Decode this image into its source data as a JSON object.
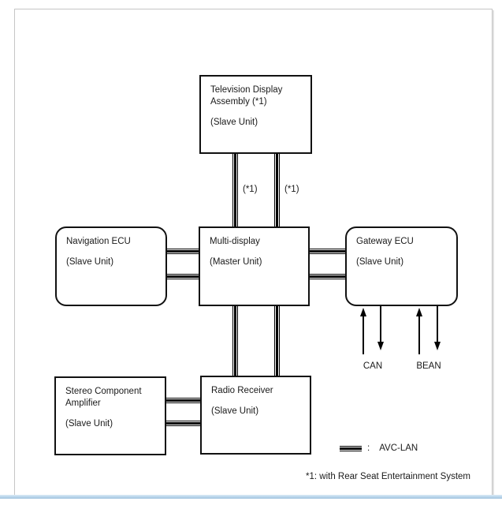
{
  "diagram": {
    "nodes": {
      "tv": {
        "line1": "Television Display",
        "line2": "Assembly  (*1)",
        "unit": "(Slave Unit)"
      },
      "nav": {
        "line1": "Navigation ECU",
        "unit": "(Slave Unit)"
      },
      "multi": {
        "line1": "Multi-display",
        "unit": "(Master Unit)"
      },
      "gateway": {
        "line1": "Gateway ECU",
        "unit": "(Slave Unit)"
      },
      "stereo": {
        "line1": "Stereo Component",
        "line2": "Amplifier",
        "unit": "(Slave Unit)"
      },
      "radio": {
        "line1": "Radio Receiver",
        "unit": "(Slave Unit)"
      }
    },
    "connection_labels": {
      "tv_link_left": "(*1)",
      "tv_link_right": "(*1)"
    },
    "bus_labels": {
      "can": "CAN",
      "bean": "BEAN"
    },
    "legend": {
      "colon": ":",
      "label": "AVC-LAN"
    },
    "footnote": "*1: with Rear Seat Entertainment System",
    "colors": {
      "line": "#000000",
      "frame": "#c6c6c6",
      "accent_bar": "#a6c6e0"
    }
  }
}
